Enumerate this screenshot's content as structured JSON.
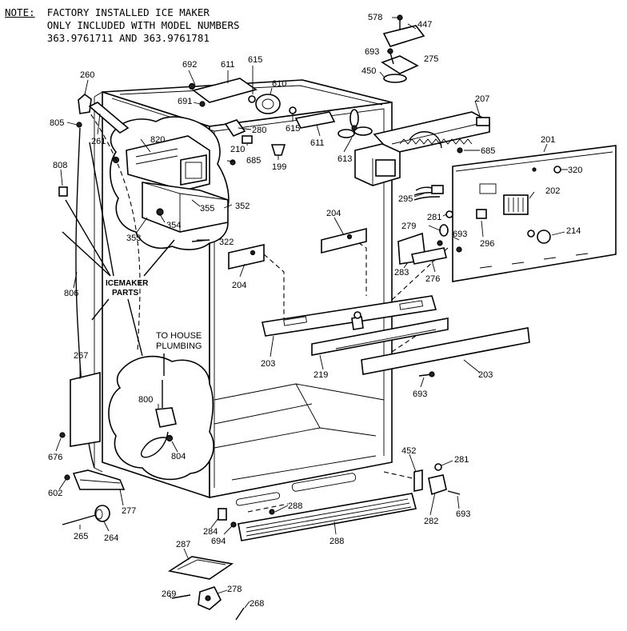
{
  "note": {
    "label": "NOTE:",
    "lines": [
      "FACTORY INSTALLED ICE MAKER",
      "ONLY INCLUDED WITH MODEL NUMBERS",
      "363.9761711 AND 363.9761781"
    ]
  },
  "group_labels": {
    "icemaker_line1": "ICEMAKER",
    "icemaker_line2": "PARTS",
    "plumbing_line1": "TO HOUSE",
    "plumbing_line2": "PLUMBING"
  },
  "callouts": [
    {
      "id": "c578",
      "text": "578"
    },
    {
      "id": "c447",
      "text": "447"
    },
    {
      "id": "c693a",
      "text": "693"
    },
    {
      "id": "c275",
      "text": "275"
    },
    {
      "id": "c450",
      "text": "450"
    },
    {
      "id": "c692",
      "text": "692"
    },
    {
      "id": "c611a",
      "text": "611"
    },
    {
      "id": "c615a",
      "text": "615"
    },
    {
      "id": "c260",
      "text": "260"
    },
    {
      "id": "c691",
      "text": "691"
    },
    {
      "id": "c610",
      "text": "610"
    },
    {
      "id": "c207",
      "text": "207"
    },
    {
      "id": "c805",
      "text": "805"
    },
    {
      "id": "c261",
      "text": "261"
    },
    {
      "id": "c280",
      "text": "280"
    },
    {
      "id": "c615b",
      "text": "615"
    },
    {
      "id": "c611b",
      "text": "611"
    },
    {
      "id": "c613",
      "text": "613"
    },
    {
      "id": "c820",
      "text": "820"
    },
    {
      "id": "c210",
      "text": "210"
    },
    {
      "id": "c685a",
      "text": "685"
    },
    {
      "id": "c199",
      "text": "199"
    },
    {
      "id": "c685b",
      "text": "685"
    },
    {
      "id": "c201",
      "text": "201"
    },
    {
      "id": "c808",
      "text": "808"
    },
    {
      "id": "c320",
      "text": "320"
    },
    {
      "id": "c202",
      "text": "202"
    },
    {
      "id": "c355",
      "text": "355"
    },
    {
      "id": "c352",
      "text": "352"
    },
    {
      "id": "c354",
      "text": "354"
    },
    {
      "id": "c353",
      "text": "353"
    },
    {
      "id": "c295",
      "text": "295"
    },
    {
      "id": "c204a",
      "text": "204"
    },
    {
      "id": "c281a",
      "text": "281"
    },
    {
      "id": "c279",
      "text": "279"
    },
    {
      "id": "c693b",
      "text": "693"
    },
    {
      "id": "c296",
      "text": "296"
    },
    {
      "id": "c214",
      "text": "214"
    },
    {
      "id": "c322",
      "text": "322"
    },
    {
      "id": "c204b",
      "text": "204"
    },
    {
      "id": "c283",
      "text": "283"
    },
    {
      "id": "c276",
      "text": "276"
    },
    {
      "id": "c806",
      "text": "806"
    },
    {
      "id": "c203a",
      "text": "203"
    },
    {
      "id": "c219",
      "text": "219"
    },
    {
      "id": "c203b",
      "text": "203"
    },
    {
      "id": "c267",
      "text": "267"
    },
    {
      "id": "c693c",
      "text": "693"
    },
    {
      "id": "c800",
      "text": "800"
    },
    {
      "id": "c804",
      "text": "804"
    },
    {
      "id": "c676",
      "text": "676"
    },
    {
      "id": "c452",
      "text": "452"
    },
    {
      "id": "c281b",
      "text": "281"
    },
    {
      "id": "c602",
      "text": "602"
    },
    {
      "id": "c277",
      "text": "277"
    },
    {
      "id": "c288a",
      "text": "288"
    },
    {
      "id": "c282",
      "text": "282"
    },
    {
      "id": "c693d",
      "text": "693"
    },
    {
      "id": "c284",
      "text": "284"
    },
    {
      "id": "c694",
      "text": "694"
    },
    {
      "id": "c288b",
      "text": "288"
    },
    {
      "id": "c265",
      "text": "265"
    },
    {
      "id": "c264",
      "text": "264"
    },
    {
      "id": "c287",
      "text": "287"
    },
    {
      "id": "c269",
      "text": "269"
    },
    {
      "id": "c278",
      "text": "278"
    },
    {
      "id": "c268",
      "text": "268"
    }
  ]
}
